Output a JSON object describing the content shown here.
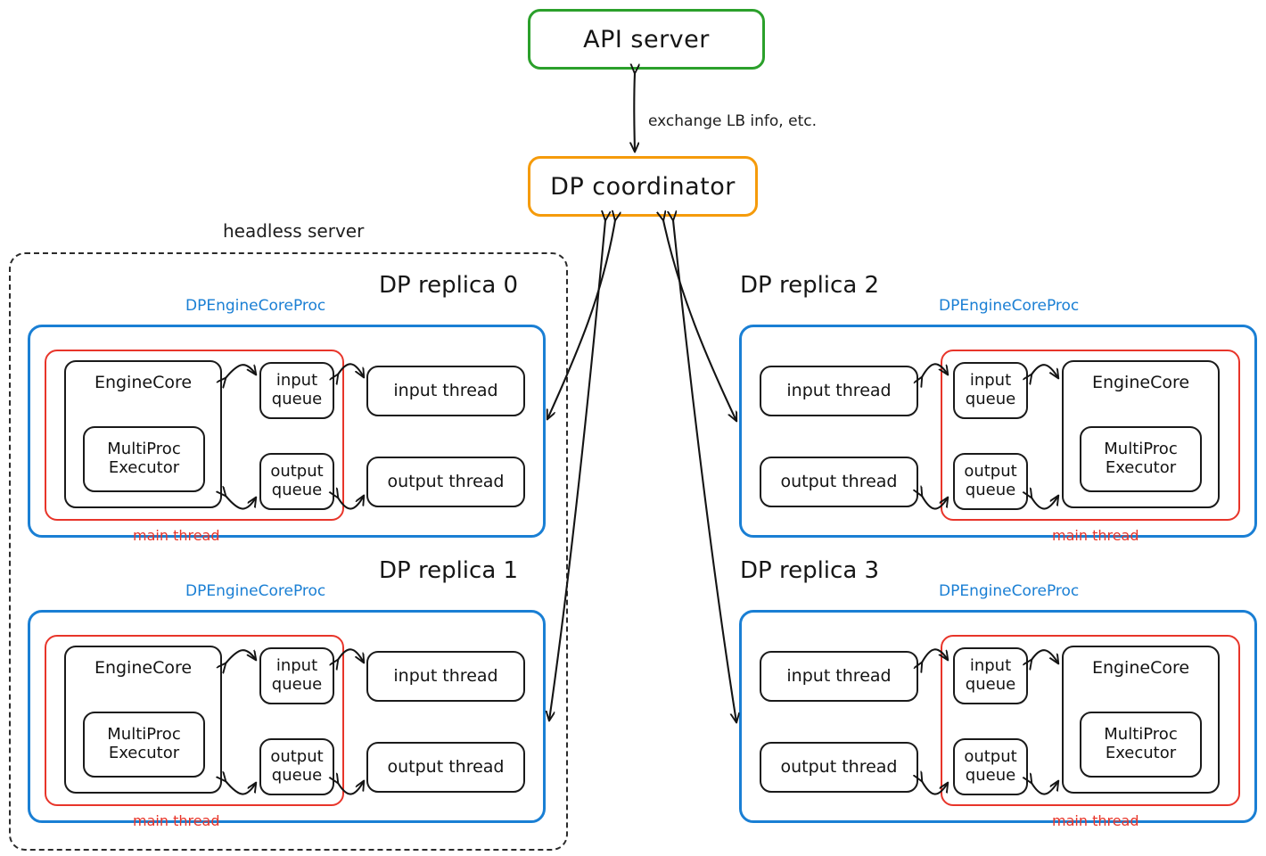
{
  "diagram": {
    "title_nodes": {
      "api_server": "API server",
      "dp_coordinator": "DP coordinator"
    },
    "edge_label": "exchange LB info, etc.",
    "headless_label": "headless server",
    "colors": {
      "api_server_border": "#2ba02b",
      "coordinator_border": "#f59b0b",
      "proc_border": "#1a7fd4",
      "main_thread_border": "#e8352a",
      "node_border": "#1a1a1a",
      "headless_border": "#2b2b2b"
    },
    "labels": {
      "proc": "DPEngineCoreProc",
      "main_thread": "main thread",
      "engine_core": "EngineCore",
      "multiproc_executor": "MultiProc\nExecutor",
      "multiproc_executor_line1": "MultiProc",
      "multiproc_executor_line2": "Executor",
      "input_queue_line1": "input",
      "input_queue_line2": "queue",
      "output_queue_line1": "output",
      "output_queue_line2": "queue",
      "input_thread": "input thread",
      "output_thread": "output thread"
    },
    "replicas": [
      {
        "id": 0,
        "title": "DP replica 0",
        "orientation": "core-left",
        "inside_headless": true
      },
      {
        "id": 1,
        "title": "DP replica 1",
        "orientation": "core-left",
        "inside_headless": true
      },
      {
        "id": 2,
        "title": "DP replica 2",
        "orientation": "core-right",
        "inside_headless": false
      },
      {
        "id": 3,
        "title": "DP replica 3",
        "orientation": "core-right",
        "inside_headless": false
      }
    ]
  }
}
